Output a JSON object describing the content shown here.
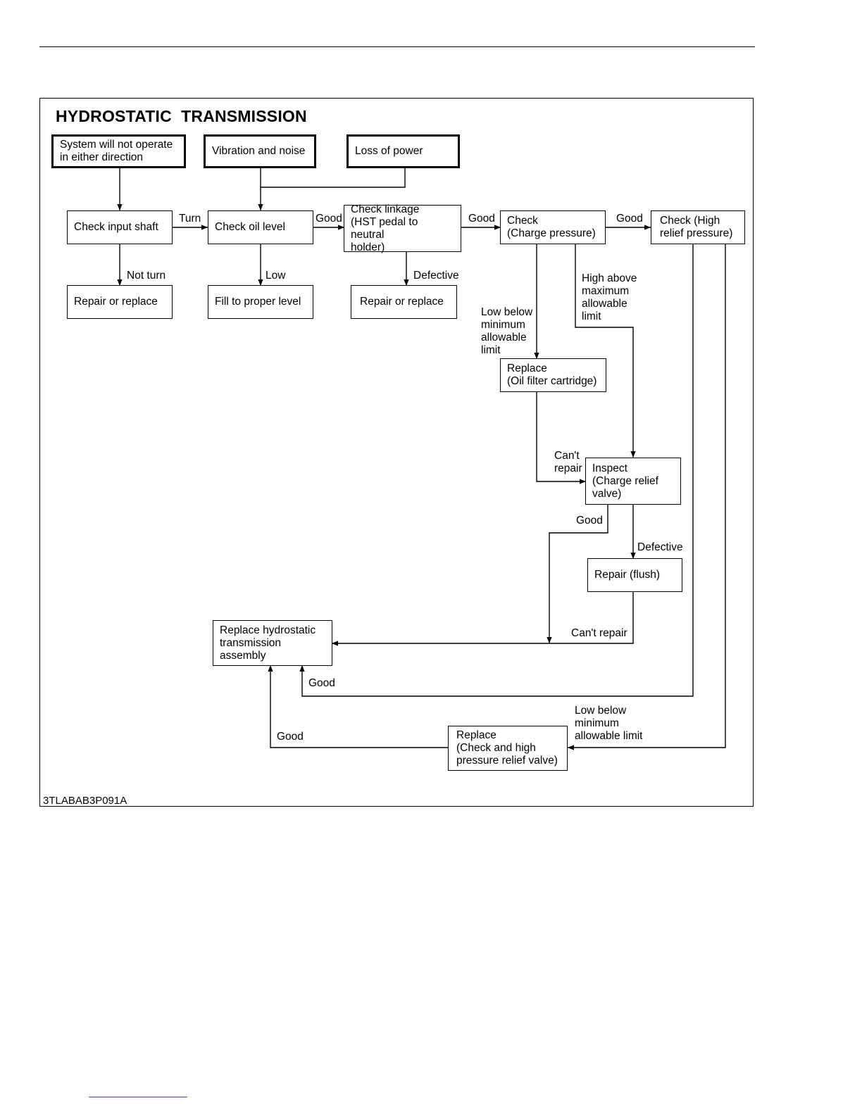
{
  "title": "HYDROSTATIC  TRANSMISSION",
  "figure_code": "3TLABAB3P091A",
  "nodes": {
    "no_operate": "System will not operate\nin either direction",
    "vibration": "Vibration and noise",
    "loss_power": "Loss of power",
    "check_input_shaft": "Check input shaft",
    "check_oil_level": "Check oil level",
    "check_linkage": "Check linkage\n(HST pedal to neutral\nholder)",
    "check_charge": "Check\n(Charge pressure)",
    "check_high_relief": "Check (High\nrelief pressure)",
    "repair_replace_1": "Repair or replace",
    "fill_level": "Fill to proper level",
    "repair_replace_2": "Repair or replace",
    "replace_filter": "Replace\n(Oil filter cartridge)",
    "inspect_relief": "Inspect\n(Charge relief\nvalve)",
    "repair_flush": "Repair (flush)",
    "replace_hst": "Replace hydrostatic\ntransmission\nassembly",
    "replace_check_valve": "Replace\n(Check and high\npressure relief valve)"
  },
  "edge_labels": {
    "turn": "Turn",
    "good_1": "Good",
    "good_2": "Good",
    "good_3": "Good",
    "not_turn": "Not turn",
    "low": "Low",
    "defective_1": "Defective",
    "high_above": "High above\nmaximum\nallowable\nlimit",
    "low_below_1": "Low below\nminimum\nallowable\nlimit",
    "cant_repair_1": "Can't\nrepair",
    "good_4": "Good",
    "defective_2": "Defective",
    "cant_repair_2": "Can't repair",
    "good_5": "Good",
    "good_6": "Good",
    "low_below_2": "Low below\nminimum\nallowable limit"
  }
}
